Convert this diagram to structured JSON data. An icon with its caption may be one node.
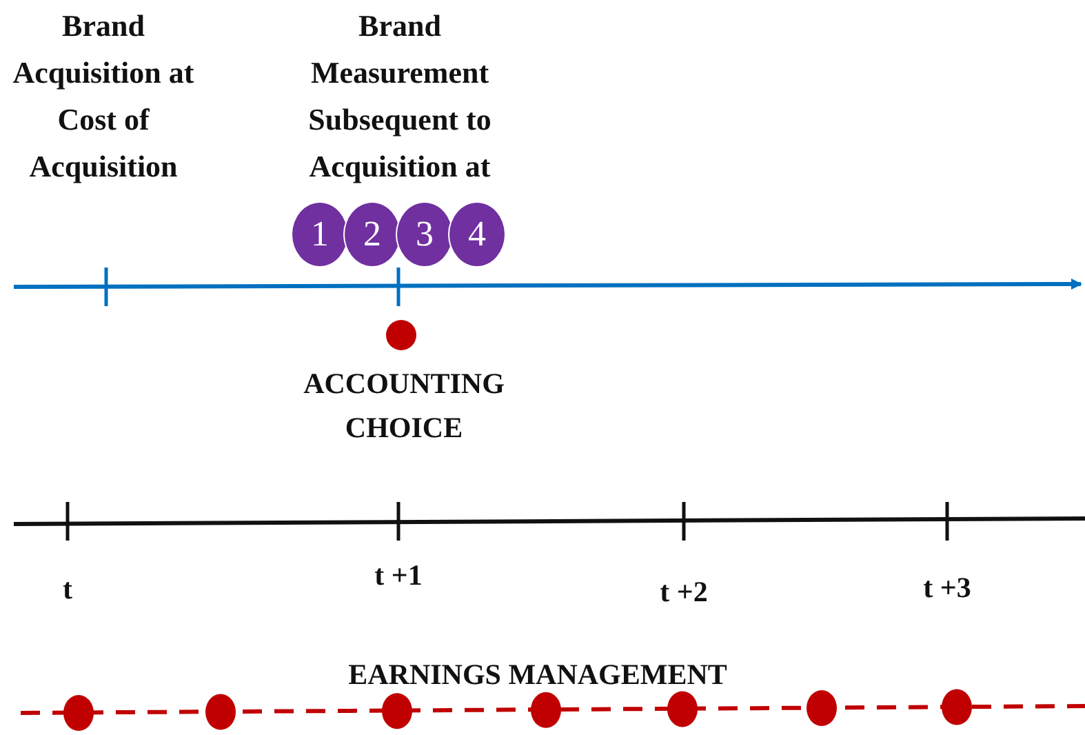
{
  "diagram": {
    "nodes": [
      {
        "text": [
          "1"
        ]
      },
      {
        "text": [
          "2"
        ]
      },
      {
        "text": [
          "3"
        ]
      },
      {
        "text": [
          "4"
        ]
      }
    ],
    "labels": [
      "Brand Acquisition at Cost of Acquisition",
      "Brand Measurement Subsequent to Acquisition at",
      "ACCOUNTING CHOICE",
      "t",
      "t +1",
      "t +2",
      "t +3",
      "EARNINGS MANAGEMENT"
    ]
  }
}
